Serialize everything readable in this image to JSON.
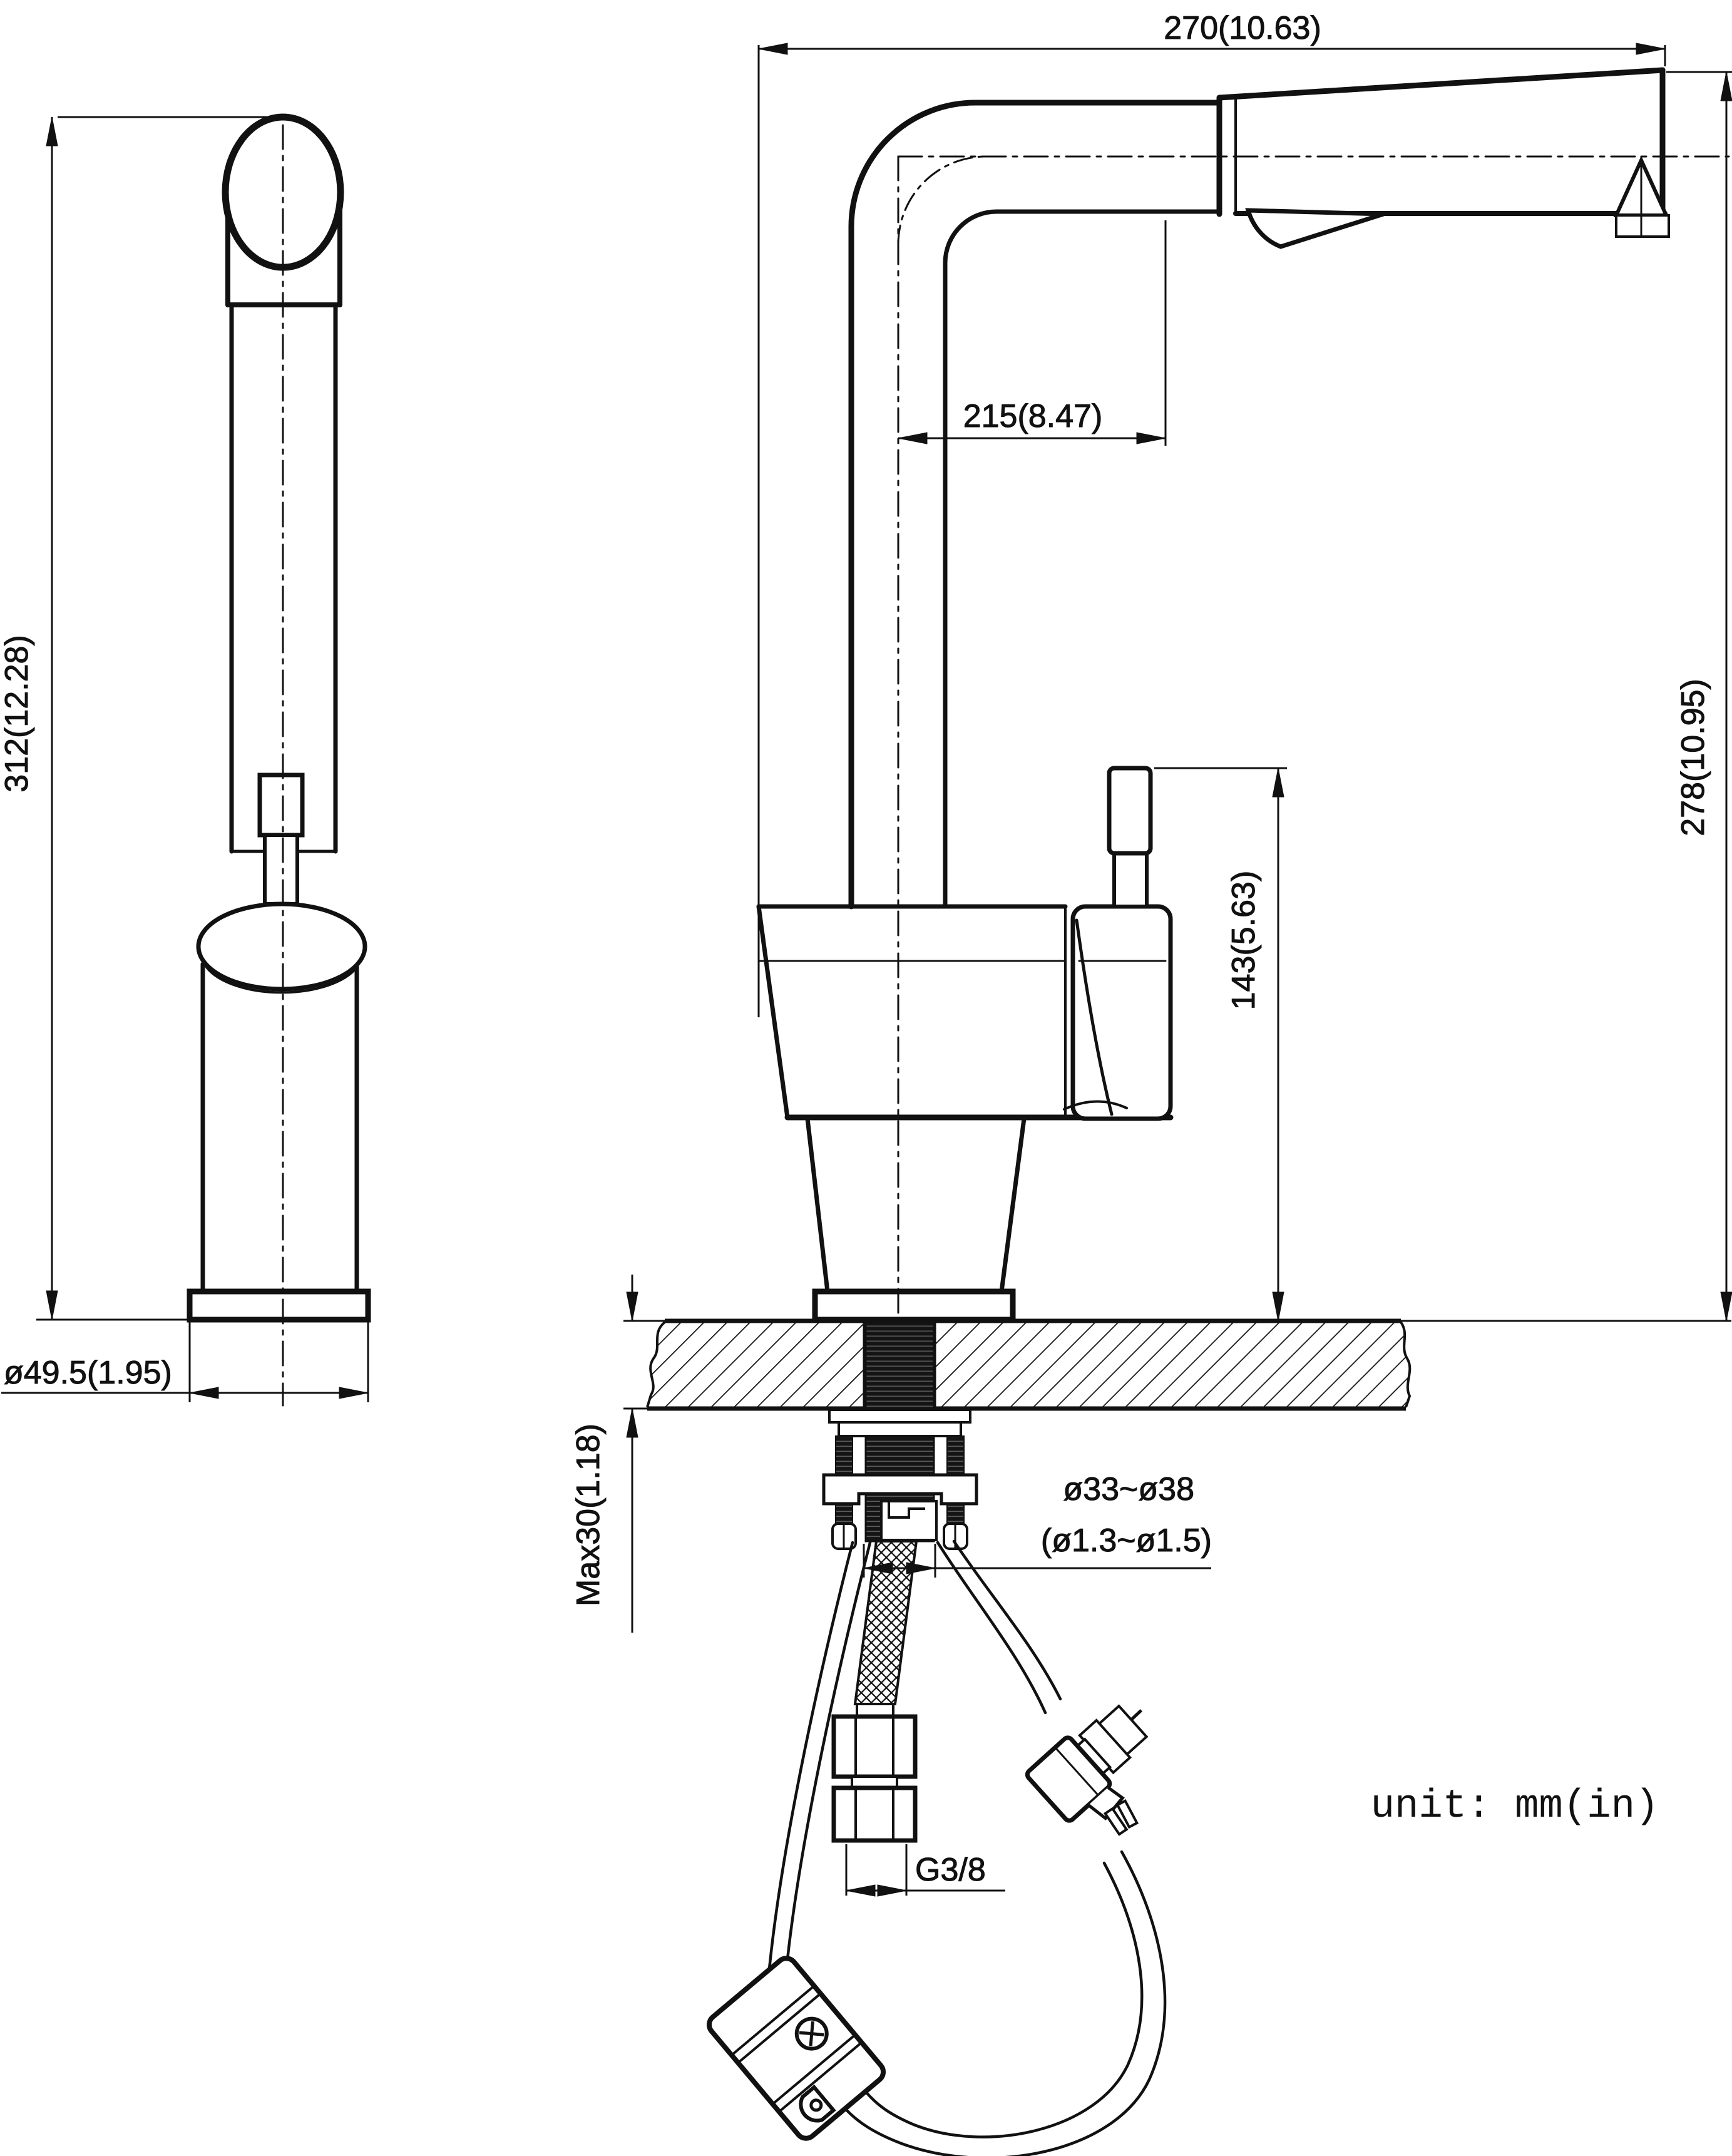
{
  "drawing": {
    "type": "faucet-installation-dimension-drawing",
    "unit_note": "unit: mm(in)",
    "dimensions": {
      "overall_reach": "270(10.63)",
      "reach_to_head": "215(8.47)",
      "side_height": "312(12.28)",
      "front_height": "278(10.95)",
      "handle_height": "143(5.63)",
      "base_diameter": "ø49.5(1.95)",
      "deck_max_thickness": "Max30(1.18)",
      "hole_diameter_mm": "ø33~ø38",
      "hole_diameter_in": "(ø1.3~ø1.5)",
      "supply_thread": "G3/8"
    },
    "colors": {
      "line": "#111111",
      "background": "#ffffff"
    }
  }
}
